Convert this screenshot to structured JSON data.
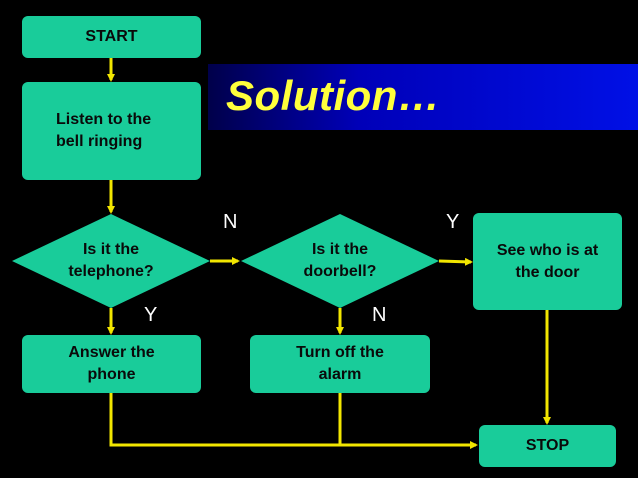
{
  "title": "Solution…",
  "colors": {
    "background": "#000000",
    "node_fill": "#19cc9a",
    "connector": "#f2e600",
    "title_text": "#ffff3c",
    "title_band": "#0010e6",
    "branch_label": "#ffffff"
  },
  "nodes": {
    "start": "START",
    "listen": "Listen to the\nbell ringing",
    "is_telephone": "Is it the\ntelephone?",
    "is_doorbell": "Is it the\ndoorbell?",
    "see_who": "See who is at\nthe door",
    "answer_phone": "Answer the\nphone",
    "turn_off_alarm": "Turn off the\nalarm",
    "stop": "STOP"
  },
  "branch_labels": {
    "telephone_no": "N",
    "telephone_yes": "Y",
    "doorbell_yes": "Y",
    "doorbell_no": "N"
  }
}
